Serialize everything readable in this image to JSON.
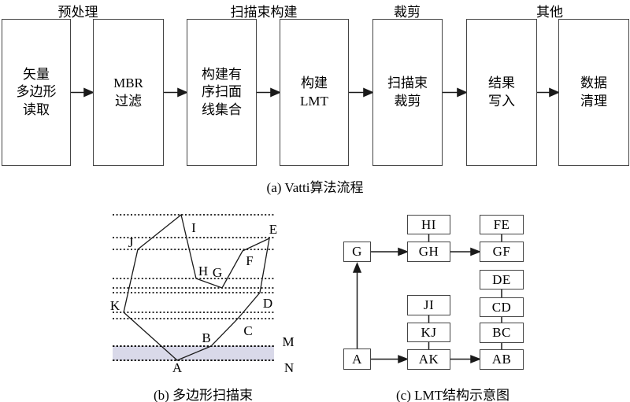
{
  "colors": {
    "background": "#ffffff",
    "box_border": "#444444",
    "line": "#1a1a1a",
    "scan_band_fill": "#d9d9e9",
    "text": "#000000"
  },
  "part_a": {
    "caption": "(a) Vatti算法流程",
    "group_labels": [
      {
        "label": "预处理"
      },
      {
        "label": "扫描束构建"
      },
      {
        "label": "裁剪"
      },
      {
        "label": "其他"
      }
    ],
    "steps": [
      {
        "label": "矢量\n多边形\n读取"
      },
      {
        "label": "MBR\n过滤"
      },
      {
        "label": "构建有\n序扫面\n线集合"
      },
      {
        "label": "构建\nLMT"
      },
      {
        "label": "扫描束\n裁剪"
      },
      {
        "label": "结果\n写入"
      },
      {
        "label": "数据\n清理"
      }
    ]
  },
  "part_b": {
    "caption": "(b) 多边形扫描束",
    "vertex_labels": {
      "A": "A",
      "B": "B",
      "C": "C",
      "D": "D",
      "E": "E",
      "F": "F",
      "G": "G",
      "H": "H",
      "I": "I",
      "J": "J",
      "K": "K"
    },
    "scanline_labels": {
      "M": "M",
      "N": "N"
    }
  },
  "part_c": {
    "caption": "(c) LMT结构示意图",
    "nodes": {
      "G": "G",
      "A": "A",
      "HI": "HI",
      "GH": "GH",
      "JI": "JI",
      "KJ": "KJ",
      "AK": "AK",
      "FE": "FE",
      "GF": "GF",
      "DE": "DE",
      "CD": "CD",
      "BC": "BC",
      "AB": "AB"
    }
  }
}
